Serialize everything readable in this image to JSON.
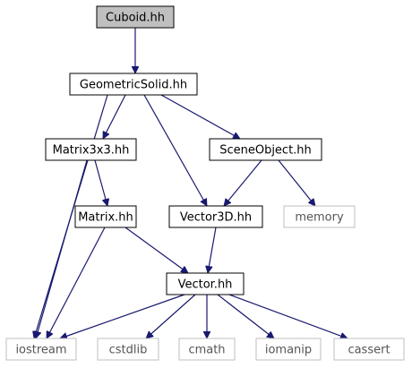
{
  "diagram": {
    "type": "include-dependency-graph",
    "colors": {
      "edge": "#191970",
      "node_border": "#000000",
      "external_border": "#bfbfbf",
      "external_text": "#555555",
      "root_fill": "#bfbfbf",
      "node_fill": "#ffffff"
    },
    "nodes": [
      {
        "id": "cuboid",
        "label": "Cuboid.hh",
        "kind": "root"
      },
      {
        "id": "geometricsolid",
        "label": "GeometricSolid.hh",
        "kind": "internal"
      },
      {
        "id": "matrix3x3",
        "label": "Matrix3x3.hh",
        "kind": "internal"
      },
      {
        "id": "sceneobject",
        "label": "SceneObject.hh",
        "kind": "internal"
      },
      {
        "id": "matrix",
        "label": "Matrix.hh",
        "kind": "internal"
      },
      {
        "id": "vector3d",
        "label": "Vector3D.hh",
        "kind": "internal"
      },
      {
        "id": "memory",
        "label": "memory",
        "kind": "external"
      },
      {
        "id": "vector",
        "label": "Vector.hh",
        "kind": "internal"
      },
      {
        "id": "iostream",
        "label": "iostream",
        "kind": "external"
      },
      {
        "id": "cstdlib",
        "label": "cstdlib",
        "kind": "external"
      },
      {
        "id": "cmath",
        "label": "cmath",
        "kind": "external"
      },
      {
        "id": "iomanip",
        "label": "iomanip",
        "kind": "external"
      },
      {
        "id": "cassert",
        "label": "cassert",
        "kind": "external"
      }
    ],
    "edges": [
      {
        "from": "cuboid",
        "to": "geometricsolid"
      },
      {
        "from": "geometricsolid",
        "to": "iostream"
      },
      {
        "from": "geometricsolid",
        "to": "matrix3x3"
      },
      {
        "from": "geometricsolid",
        "to": "vector3d"
      },
      {
        "from": "geometricsolid",
        "to": "sceneobject"
      },
      {
        "from": "matrix3x3",
        "to": "iostream"
      },
      {
        "from": "matrix3x3",
        "to": "matrix"
      },
      {
        "from": "sceneobject",
        "to": "vector3d"
      },
      {
        "from": "sceneobject",
        "to": "memory"
      },
      {
        "from": "matrix",
        "to": "iostream"
      },
      {
        "from": "matrix",
        "to": "vector"
      },
      {
        "from": "vector3d",
        "to": "vector"
      },
      {
        "from": "vector",
        "to": "iostream"
      },
      {
        "from": "vector",
        "to": "cstdlib"
      },
      {
        "from": "vector",
        "to": "cmath"
      },
      {
        "from": "vector",
        "to": "iomanip"
      },
      {
        "from": "vector",
        "to": "cassert"
      }
    ]
  }
}
